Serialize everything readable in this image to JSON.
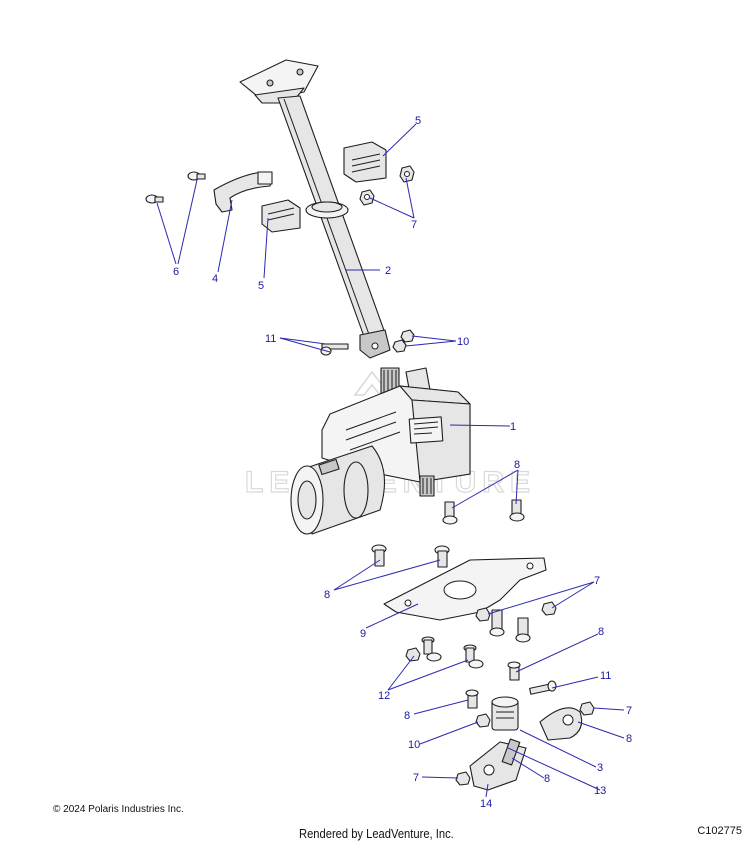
{
  "diagram": {
    "watermark_text": "LEADVENTURE",
    "callouts": {
      "c1": "1",
      "c2": "2",
      "c3": "3",
      "c4": "4",
      "c5a": "5",
      "c5b": "5",
      "c6": "6",
      "c7a": "7",
      "c7b": "7",
      "c7c": "7",
      "c7d": "7",
      "c8a": "8",
      "c8b": "8",
      "c8c": "8",
      "c8d": "8",
      "c8e": "8",
      "c8f": "8",
      "c9": "9",
      "c10a": "10",
      "c10b": "10",
      "c11a": "11",
      "c11b": "11",
      "c12": "12",
      "c13": "13",
      "c14": "14"
    }
  },
  "footer": {
    "copyright": "© 2024 Polaris Industries Inc.",
    "rendered_by": "Rendered by LeadVenture, Inc.",
    "diagram_id": "C102775"
  },
  "colors": {
    "callout": "#1a1aa6",
    "line_art": "#1e1e1e",
    "part_fill": "#e6e6e6"
  }
}
